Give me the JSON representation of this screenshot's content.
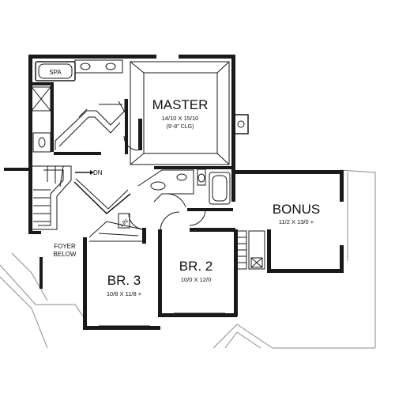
{
  "rooms": {
    "master": {
      "name": "MASTER",
      "size": "14/10 X 15/10",
      "note": "(9'-8\" CLG)"
    },
    "bonus": {
      "name": "BONUS",
      "size": "11/2 X 13/0 +"
    },
    "br2": {
      "name": "BR. 2",
      "size": "10/0 X 12/0"
    },
    "br3": {
      "name": "BR. 3",
      "size": "10/8 X 11/8 +"
    }
  },
  "labels": {
    "spa": "SPA",
    "dn": "DN",
    "lin": "LIN",
    "foyer_line1": "FOYER",
    "foyer_line2": "BELOW"
  },
  "colors": {
    "wall": "#1a1a1a",
    "roof_lines": "#8a8a8a",
    "background": "#ffffff"
  }
}
